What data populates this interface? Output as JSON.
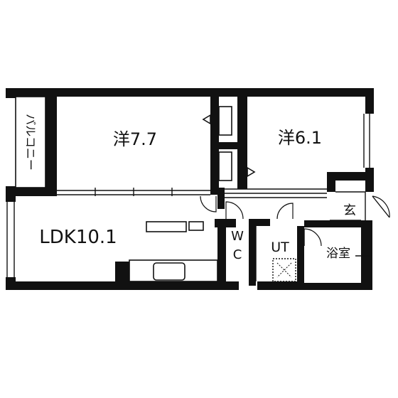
{
  "rooms": {
    "western_1": "洋7.7",
    "western_2": "洋6.1",
    "ldk": "LDK10.1",
    "balcony": "バルコニー",
    "wc_top": "W",
    "wc_bottom": "C",
    "utility": "UT",
    "bath": "浴室",
    "entrance": "玄"
  },
  "colors": {
    "wall": "#111111",
    "background": "#ffffff"
  }
}
